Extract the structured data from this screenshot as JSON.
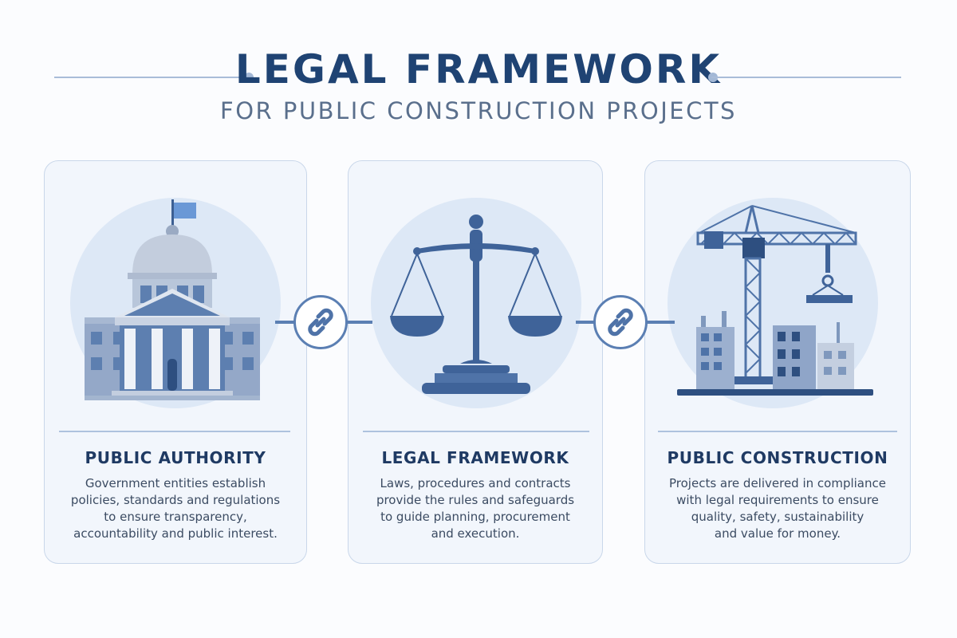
{
  "header": {
    "title": "LEGAL FRAMEWORK",
    "subtitle": "FOR PUBLIC CONSTRUCTION PROJECTS"
  },
  "cards": [
    {
      "icon": "government-building-icon",
      "title": "PUBLIC AUTHORITY",
      "lines": [
        "Government entities establish",
        "policies, standards and regulations",
        "to ensure transparency,",
        "accountability and public interest."
      ]
    },
    {
      "icon": "scales-of-justice-icon",
      "title": "LEGAL FRAMEWORK",
      "lines": [
        "Laws, procedures and contracts",
        "provide the rules and safeguards",
        "to guide planning, procurement",
        "and execution."
      ]
    },
    {
      "icon": "construction-crane-icon",
      "title": "PUBLIC CONSTRUCTION",
      "lines": [
        "Projects are delivered in compliance",
        "with legal requirements to ensure",
        "quality, safety, sustainability",
        "and value for money."
      ]
    }
  ],
  "connectors": [
    {
      "icon": "chain-link-icon"
    },
    {
      "icon": "chain-link-icon"
    }
  ],
  "colors": {
    "primary": "#1f4373",
    "accent": "#5b7fb3",
    "card_bg": "#f2f6fc",
    "halo": "#dde8f6"
  }
}
